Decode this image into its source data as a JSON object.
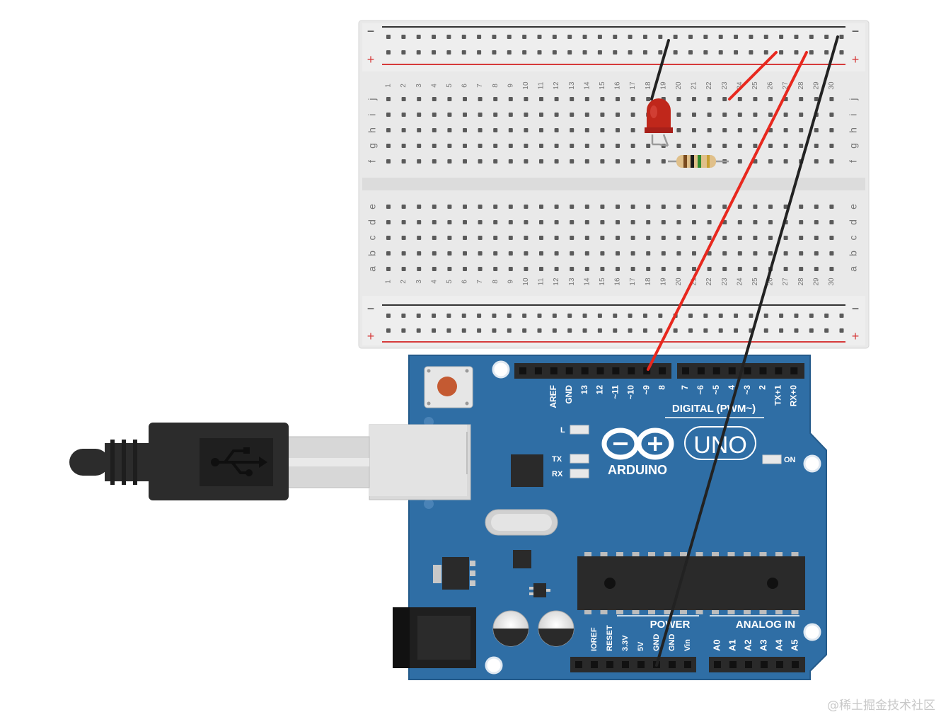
{
  "breadboard": {
    "rail_minus": "−",
    "rail_plus": "+",
    "column_numbers": [
      "1",
      "2",
      "3",
      "4",
      "5",
      "6",
      "7",
      "8",
      "9",
      "10",
      "11",
      "12",
      "13",
      "14",
      "15",
      "16",
      "17",
      "18",
      "19",
      "20",
      "21",
      "22",
      "23",
      "24",
      "25",
      "26",
      "27",
      "28",
      "29",
      "30"
    ],
    "rows_top": [
      "j",
      "i",
      "h",
      "g",
      "f"
    ],
    "rows_bottom": [
      "e",
      "d",
      "c",
      "b",
      "a"
    ]
  },
  "arduino": {
    "logo_text": "ARDUINO",
    "uno_text": "UNO",
    "on_label": "ON",
    "l_label": "L",
    "tx_label": "TX",
    "rx_label": "RX",
    "digital_label": "DIGITAL (PWM~)",
    "power_label": "POWER",
    "analog_label": "ANALOG IN",
    "digital_pins": [
      "AREF",
      "GND",
      "13",
      "12",
      "~11",
      "~10",
      "~9",
      "8",
      "7",
      "~6",
      "~5",
      "4",
      "~3",
      "2",
      "TX+1",
      "RX+0"
    ],
    "power_pins": [
      "IOREF",
      "RESET",
      "3.3V",
      "5V",
      "GND",
      "GND",
      "Vin"
    ],
    "analog_pins": [
      "A0",
      "A1",
      "A2",
      "A3",
      "A4",
      "A5"
    ]
  },
  "colors": {
    "board_blue": "#2f6ea5",
    "wire_red": "#e8281e",
    "wire_black": "#222222",
    "led_red": "#c0271b",
    "rail_red": "#d63a3a"
  },
  "watermark": "@稀土掘金技术社区"
}
